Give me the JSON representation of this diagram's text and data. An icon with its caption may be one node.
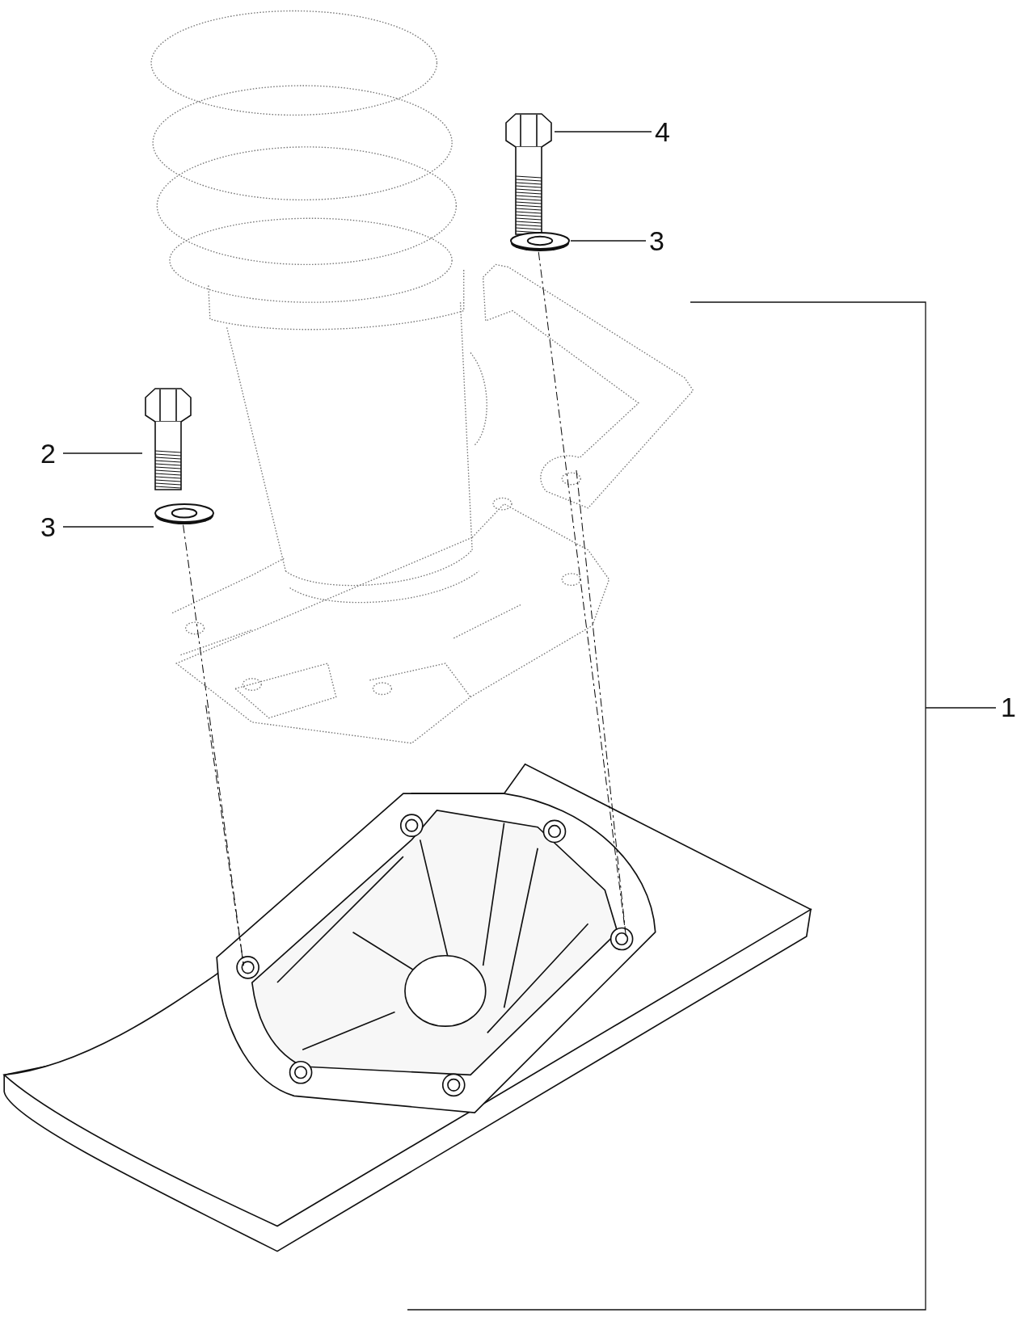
{
  "diagram": {
    "nodes": [
      {
        "text": [
          "4"
        ]
      },
      {
        "text": [],
        "shape": "picture"
      },
      {
        "text": [
          "3"
        ]
      },
      {
        "text": [],
        "shape": "picture"
      },
      {
        "text": [
          "2"
        ]
      },
      {
        "text": [],
        "shape": "picture"
      },
      {
        "text": [
          "3"
        ]
      },
      {
        "text": [],
        "shape": "picture"
      }
    ],
    "edges": [
      {
        "from": 0,
        "to": 1,
        "arrow": "none"
      },
      {
        "from": 2,
        "to": 3,
        "arrow": "none"
      },
      {
        "from": 4,
        "to": 5,
        "arrow": "none"
      },
      {
        "from": 6,
        "to": 7,
        "arrow": "none"
      }
    ],
    "labels": [
      "1"
    ]
  }
}
